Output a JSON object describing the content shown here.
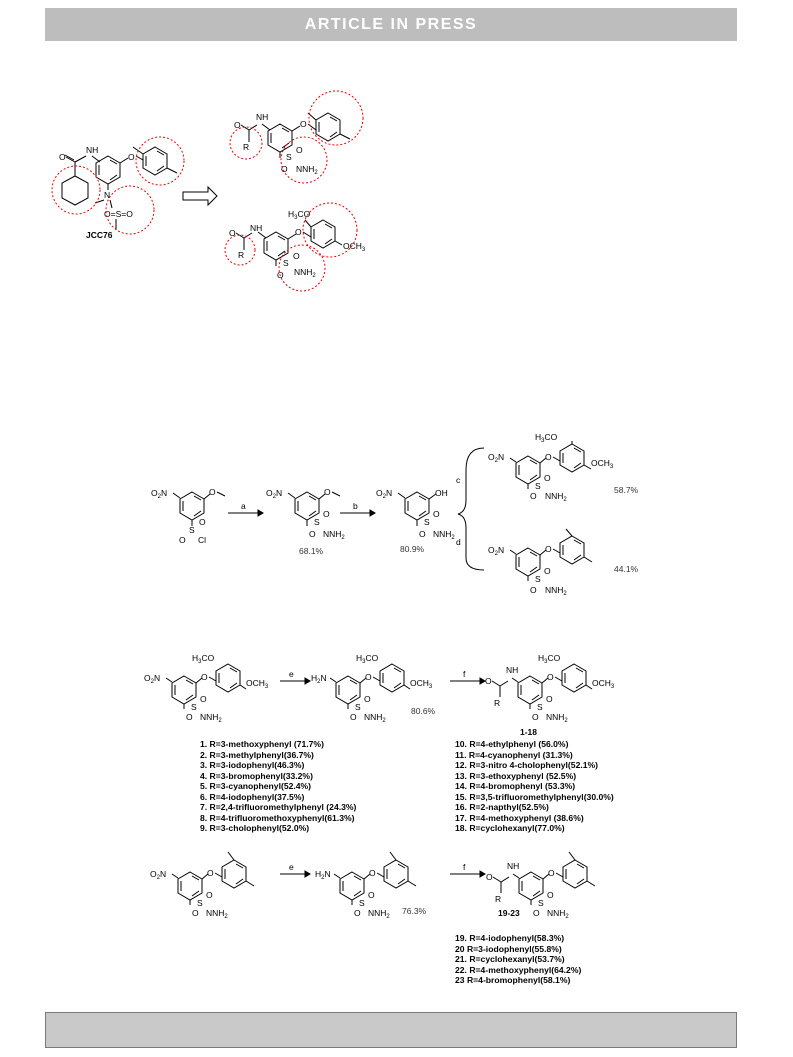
{
  "header": {
    "banner_text": "ARTICLE IN PRESS"
  },
  "figure1": {
    "lead_label": "JCC76",
    "labels": {
      "NH": "H",
      "N": "N",
      "O": "O",
      "S": "S",
      "R": "R",
      "NH2": "NH",
      "sub2": "2",
      "H3CO": "H",
      "CO_sub3": "3",
      "OCH3": "OCH"
    }
  },
  "scheme1": {
    "steps": [
      "a",
      "b",
      "c",
      "d"
    ],
    "yields": [
      "68.1%",
      "80.9%",
      "58.7%",
      "44.1%"
    ],
    "groups": {
      "O2N": "O",
      "two": "2",
      "Cl": "Cl",
      "OH": "OH"
    }
  },
  "scheme2": {
    "steps": [
      "e",
      "f"
    ],
    "yields": [
      "80.6%"
    ],
    "compound_range": "1-18",
    "compounds_left": [
      "1. R=3-methoxyphenyl (71.7%)",
      "2. R=3-methylphenyl(36.7%)",
      "3. R=3-iodophenyl(46.3%)",
      "4. R=3-bromophenyl(33.2%)",
      "5. R=3-cyanophenyl(52.4%)",
      "6. R=4-iodophenyl(37.5%)",
      "7. R=2,4-trifluoromethylphenyl (24.3%)",
      "8. R=4-trifluoromethoxyphenyl(61.3%)",
      "9. R=3-cholophenyl(52.0%)"
    ],
    "compounds_right": [
      "10. R=4-ethylphenyl (56.0%)",
      "11. R=4-cyanophenyl (31.3%)",
      "12. R=3-nitro 4-cholophenyl(52.1%)",
      "13. R=3-ethoxyphenyl (52.5%)",
      "14. R=4-bromophenyl (53.3%)",
      "15. R=3,5-trifluoromethylphenyl(30.0%)",
      "16. R=2-napthyl(52.5%)",
      "17. R=4-methoxyphenyl (38.6%)",
      "18. R=cyclohexanyl(77.0%)"
    ]
  },
  "scheme3": {
    "steps": [
      "e",
      "f"
    ],
    "yields": [
      "76.3%"
    ],
    "compound_range": "19-23",
    "compounds": [
      "19. R=4-iodophenyl(58.3%)",
      "20  R=3-iodophenyl(55.8%)",
      "21. R=cyclohexanyl(53.7%)",
      "22. R=4-methoxyphenyl(64.2%)",
      "23  R=4-bromophenyl(58.1%)"
    ]
  }
}
